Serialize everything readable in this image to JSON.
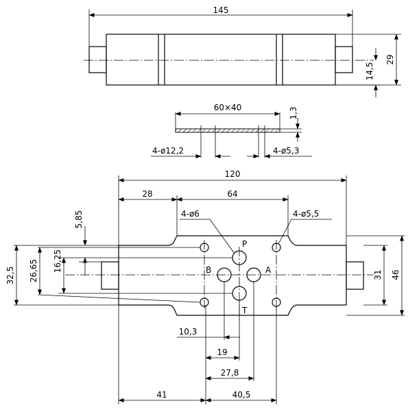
{
  "side_view": {
    "overall_length": "145",
    "height": "29",
    "center_height": "14,5"
  },
  "gasket_section": {
    "plate_size": "60×40",
    "thickness": "1,3",
    "large_holes": "4-ø12,2",
    "small_holes": "4-ø5,3"
  },
  "plan_view": {
    "body_width": "120",
    "offset_left": "28",
    "hole_spacing": "64",
    "small_hole_callout": "4-ø6",
    "mount_hole_callout": "4-ø5,5",
    "dim_5_85": "5,85",
    "dim_16_25": "16,25",
    "dim_26_65": "26,65",
    "dim_32_5": "32,5",
    "dim_31": "31",
    "dim_46": "46",
    "dim_10_3": "10,3",
    "dim_19": "19",
    "dim_27_8": "27,8",
    "dim_41": "41",
    "dim_40_5": "40,5",
    "port_p": "P",
    "port_a": "A",
    "port_b": "B",
    "port_t": "T"
  }
}
